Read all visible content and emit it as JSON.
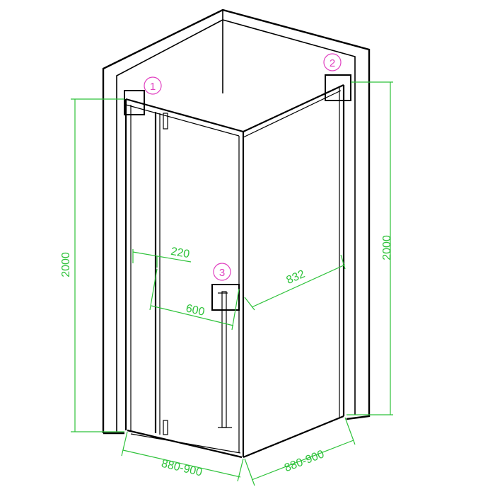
{
  "dimensions": {
    "height_left": "2000",
    "height_right": "2000",
    "width_left": "880-900",
    "width_right": "880-900",
    "fixed_panel": "220",
    "door_opening": "600",
    "side_panel": "832"
  },
  "callouts": [
    "1",
    "2",
    "3"
  ],
  "colors": {
    "dimension": "#2ec23a",
    "callout": "#e040c0",
    "outline": "#000000"
  }
}
